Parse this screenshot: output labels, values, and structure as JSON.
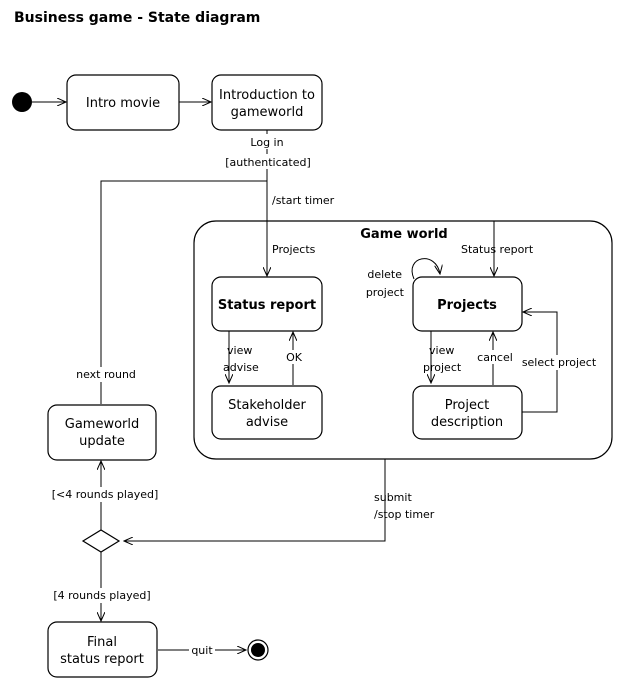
{
  "title": "Business game - State diagram",
  "states": {
    "intro_movie": [
      "Intro movie"
    ],
    "introduction": [
      "Introduction to",
      "gameworld"
    ],
    "game_world": "Game world",
    "status_report": [
      "Status report"
    ],
    "projects": [
      "Projects"
    ],
    "stakeholder_advise": [
      "Stakeholder",
      "advise"
    ],
    "project_description": [
      "Project",
      "description"
    ],
    "gameworld_update": [
      "Gameworld",
      "update"
    ],
    "final_status_report": [
      "Final",
      "status report"
    ]
  },
  "transitions": {
    "log_in": "Log in",
    "authenticated": "[authenticated]",
    "start_timer": "/start timer",
    "projects": "Projects",
    "status_report": "Status report",
    "delete_project": [
      "delete",
      "project"
    ],
    "view_advise": [
      "view",
      "advise"
    ],
    "ok": "OK",
    "view_project": [
      "view",
      "project"
    ],
    "cancel": "cancel",
    "select_project": "select project",
    "next_round": "next round",
    "lt4_rounds": "[<4 rounds played]",
    "submit": [
      "submit",
      "/stop timer"
    ],
    "four_rounds": "[4 rounds played]",
    "quit": "quit"
  }
}
